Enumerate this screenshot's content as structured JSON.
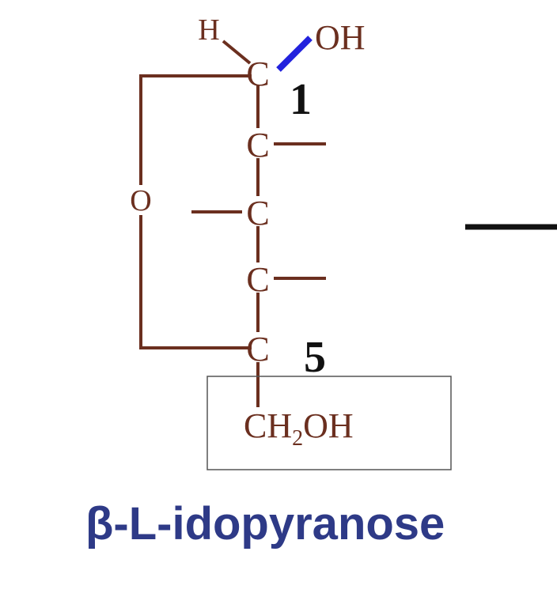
{
  "atoms": {
    "h": "H",
    "oh": "OH",
    "c1": "C",
    "c2": "C",
    "c3": "C",
    "c4": "C",
    "c5": "C",
    "ring_o": "O",
    "ch2oh_c": "CH",
    "ch2oh_sub": "2",
    "ch2oh_oh": "OH"
  },
  "labels": {
    "carbon_1": "1",
    "carbon_5": "5"
  },
  "caption": "β-L-idopyranose",
  "colors": {
    "atoms": "#6b2f1f",
    "highlight_bond": "#2222dd",
    "caption": "#2e3a87",
    "numbers": "#111111",
    "box": "#555555"
  }
}
